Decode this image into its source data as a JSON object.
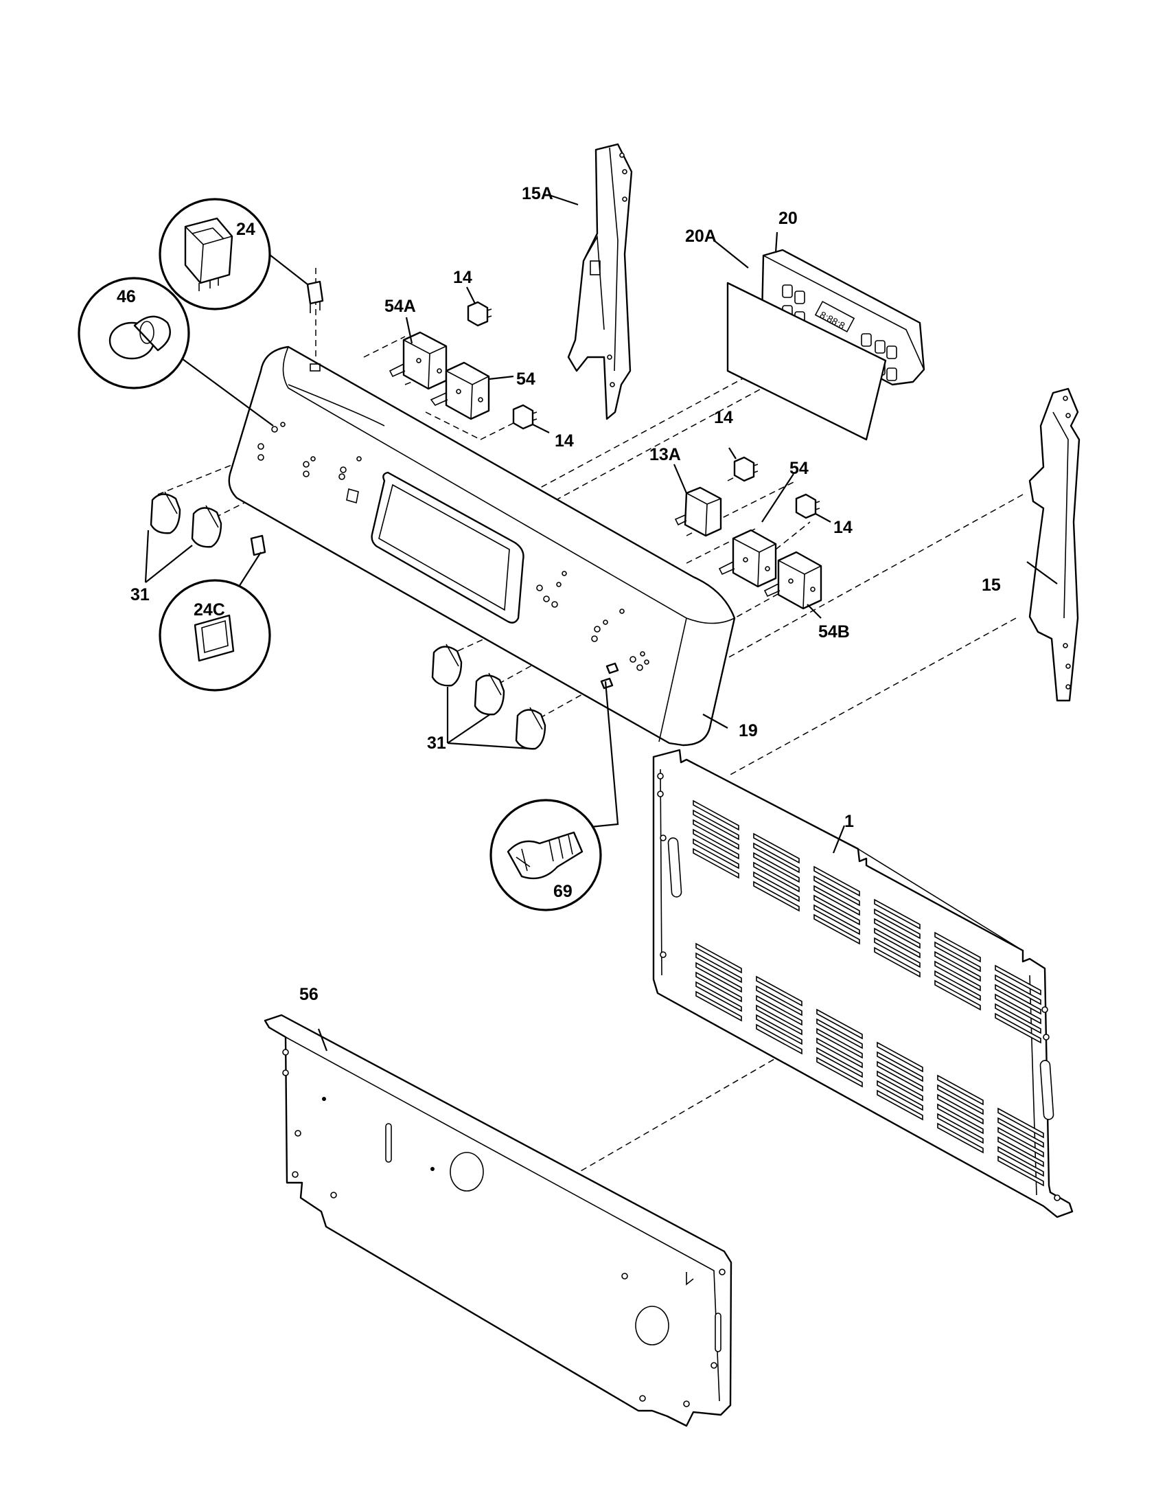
{
  "callouts": {
    "c1": "1",
    "c13A": "13A",
    "c14a": "14",
    "c14b": "14",
    "c14c": "14",
    "c14d": "14",
    "c15": "15",
    "c15A": "15A",
    "c19": "19",
    "c20": "20",
    "c20A": "20A",
    "c24": "24",
    "c24C": "24C",
    "c31a": "31",
    "c31b": "31",
    "c46": "46",
    "c54a": "54",
    "c54b": "54",
    "c54A": "54A",
    "c54B": "54B",
    "c56": "56",
    "c69": "69"
  },
  "clock_display": "8:88:8"
}
